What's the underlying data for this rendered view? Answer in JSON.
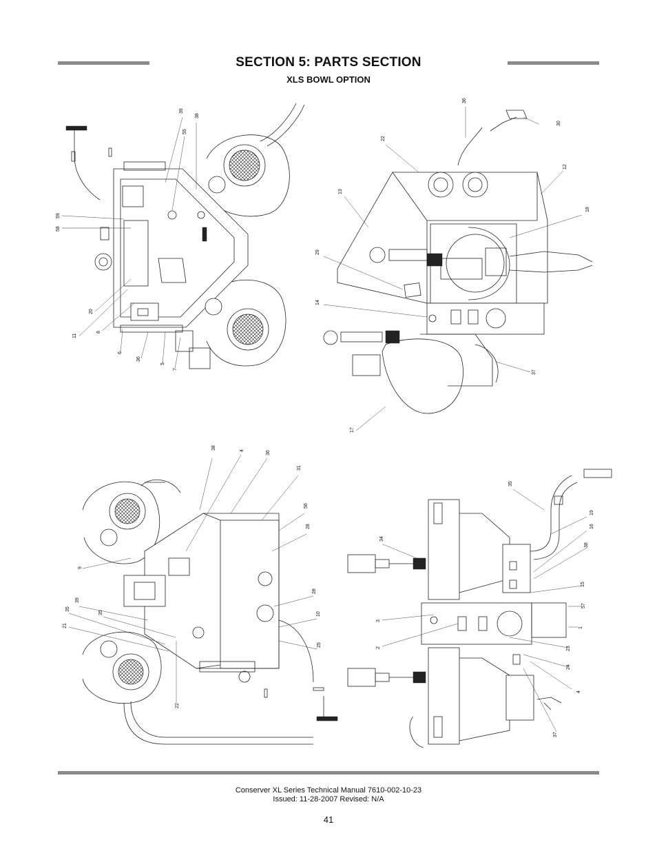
{
  "header": {
    "title": "SECTION 5: PARTS SECTION",
    "subtitle": "XLS BOWL OPTION"
  },
  "views": {
    "top_left": {
      "callouts": [
        "39",
        "38",
        "55",
        "59",
        "58",
        "20",
        "11",
        "8",
        "6",
        "36",
        "5",
        "7"
      ]
    },
    "top_right": {
      "callouts": [
        "36",
        "30",
        "22",
        "12",
        "13",
        "18",
        "29",
        "14",
        "37",
        "17"
      ]
    },
    "bottom_left": {
      "callouts": [
        "38",
        "4",
        "36",
        "31",
        "56",
        "28",
        "28",
        "10",
        "25",
        "9",
        "39",
        "35",
        "35",
        "21",
        "22"
      ]
    },
    "bottom_right": {
      "callouts": [
        "35",
        "19",
        "16",
        "38",
        "34",
        "15",
        "57",
        "3",
        "1",
        "2",
        "23",
        "24",
        "4",
        "37"
      ]
    }
  },
  "footer": {
    "line1": "Conserver XL Series Technical Manual 7610-002-10-23",
    "line2": "Issued: 11-28-2007  Revised: N/A",
    "page_number": "41"
  }
}
